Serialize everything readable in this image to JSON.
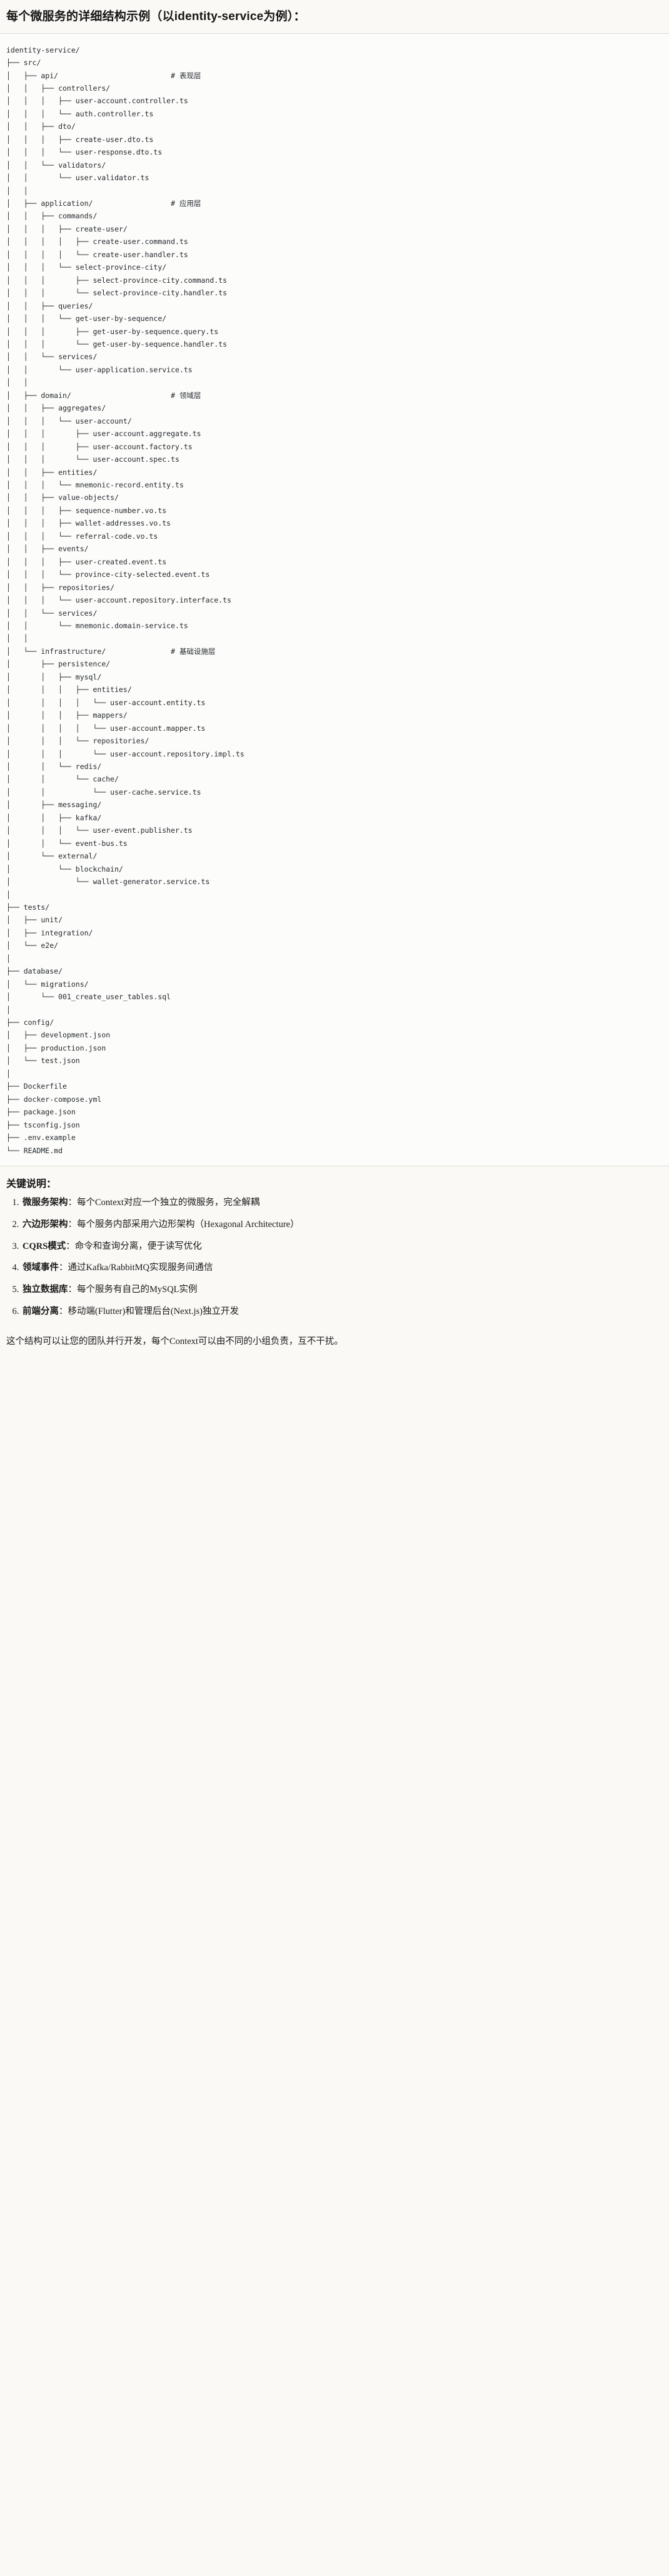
{
  "document": {
    "title": "每个微服务的详细结构示例（以identity-service为例）：",
    "tree_root": "identity-service/",
    "tree_text": "identity-service/\n├── src/\n│   ├── api/                          # 表现层\n│   │   ├── controllers/\n│   │   │   ├── user-account.controller.ts\n│   │   │   └── auth.controller.ts\n│   │   ├── dto/\n│   │   │   ├── create-user.dto.ts\n│   │   │   └── user-response.dto.ts\n│   │   └── validators/\n│   │       └── user.validator.ts\n│   │\n│   ├── application/                  # 应用层\n│   │   ├── commands/\n│   │   │   ├── create-user/\n│   │   │   │   ├── create-user.command.ts\n│   │   │   │   └── create-user.handler.ts\n│   │   │   └── select-province-city/\n│   │   │       ├── select-province-city.command.ts\n│   │   │       └── select-province-city.handler.ts\n│   │   ├── queries/\n│   │   │   └── get-user-by-sequence/\n│   │   │       ├── get-user-by-sequence.query.ts\n│   │   │       └── get-user-by-sequence.handler.ts\n│   │   └── services/\n│   │       └── user-application.service.ts\n│   │\n│   ├── domain/                       # 领域层\n│   │   ├── aggregates/\n│   │   │   └── user-account/\n│   │   │       ├── user-account.aggregate.ts\n│   │   │       ├── user-account.factory.ts\n│   │   │       └── user-account.spec.ts\n│   │   ├── entities/\n│   │   │   └── mnemonic-record.entity.ts\n│   │   ├── value-objects/\n│   │   │   ├── sequence-number.vo.ts\n│   │   │   ├── wallet-addresses.vo.ts\n│   │   │   └── referral-code.vo.ts\n│   │   ├── events/\n│   │   │   ├── user-created.event.ts\n│   │   │   └── province-city-selected.event.ts\n│   │   ├── repositories/\n│   │   │   └── user-account.repository.interface.ts\n│   │   └── services/\n│   │       └── mnemonic.domain-service.ts\n│   │\n│   └── infrastructure/               # 基础设施层\n│       ├── persistence/\n│       │   ├── mysql/\n│       │   │   ├── entities/\n│       │   │   │   └── user-account.entity.ts\n│       │   │   ├── mappers/\n│       │   │   │   └── user-account.mapper.ts\n│       │   │   └── repositories/\n│       │   │       └── user-account.repository.impl.ts\n│       │   └── redis/\n│       │       └── cache/\n│       │           └── user-cache.service.ts\n│       ├── messaging/\n│       │   ├── kafka/\n│       │   │   └── user-event.publisher.ts\n│       │   └── event-bus.ts\n│       └── external/\n│           └── blockchain/\n│               └── wallet-generator.service.ts\n│\n├── tests/\n│   ├── unit/\n│   ├── integration/\n│   └── e2e/\n│\n├── database/\n│   └── migrations/\n│       └── 001_create_user_tables.sql\n│\n├── config/\n│   ├── development.json\n│   ├── production.json\n│   └── test.json\n│\n├── Dockerfile\n├── docker-compose.yml\n├── package.json\n├── tsconfig.json\n├── .env.example\n└── README.md",
    "layer_comments": [
      {
        "path": "api/",
        "comment": "# 表现层"
      },
      {
        "path": "application/",
        "comment": "# 应用层"
      },
      {
        "path": "domain/",
        "comment": "# 领域层"
      },
      {
        "path": "infrastructure/",
        "comment": "# 基础设施层"
      }
    ],
    "key_points_heading": "关键说明：",
    "key_points": [
      {
        "term": "微服务架构",
        "desc": "：每个Context对应一个独立的微服务，完全解耦"
      },
      {
        "term": "六边形架构",
        "desc": "：每个服务内部采用六边形架构（Hexagonal Architecture）"
      },
      {
        "term": "CQRS模式",
        "desc": "：命令和查询分离，便于读写优化"
      },
      {
        "term": "领域事件",
        "desc": "：通过Kafka/RabbitMQ实现服务间通信"
      },
      {
        "term": "独立数据库",
        "desc": "：每个服务有自己的MySQL实例"
      },
      {
        "term": "前端分离",
        "desc": "：移动端(Flutter)和管理后台(Next.js)独立开发"
      }
    ],
    "closing": "这个结构可以让您的团队并行开发，每个Context可以由不同的小组负责，互不干扰。"
  },
  "colors": {
    "page_background": "#faf9f6",
    "code_background": "#fcfcfa",
    "text": "#1a1a1a",
    "code_text": "#24292e",
    "rule": "#ddddd6"
  }
}
